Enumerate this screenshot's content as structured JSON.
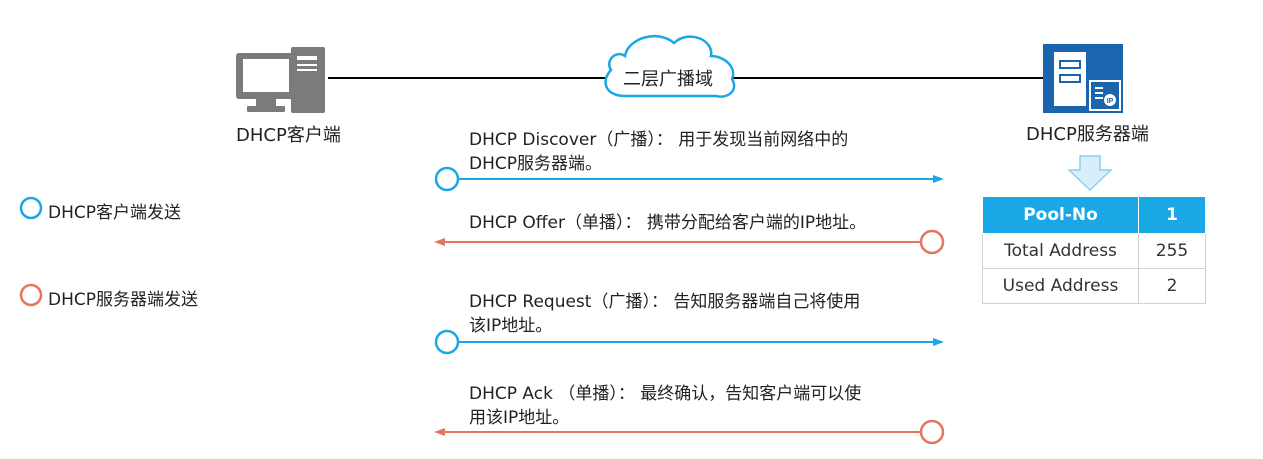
{
  "client": {
    "label": "DHCP客户端",
    "icon": "desktop-computer-icon"
  },
  "server": {
    "label": "DHCP服务器端",
    "icon": "server-icon"
  },
  "domain": {
    "label": "二层广播域",
    "icon": "cloud-icon"
  },
  "legend": [
    {
      "label": "DHCP客户端发送",
      "color": "#1aa7e5"
    },
    {
      "label": "DHCP服务器端发送",
      "color": "#e47560"
    }
  ],
  "messages": [
    {
      "line1": "DHCP Discover（广播）： 用于发现当前网络中的",
      "line2": "DHCP服务器端。",
      "sender": "client"
    },
    {
      "line1": "DHCP Offer（单播）： 携带分配给客户端的IP地址。",
      "line2": "",
      "sender": "server"
    },
    {
      "line1": "DHCP Request（广播）： 告知服务器端自己将使用",
      "line2": "该IP地址。",
      "sender": "client"
    },
    {
      "line1": "DHCP Ack （单播）： 最终确认，告知客户端可以使",
      "line2": "用该IP地址。",
      "sender": "server"
    }
  ],
  "pool_table": {
    "header": [
      "Pool-No",
      "1"
    ],
    "rows": [
      [
        "Total Address",
        "255"
      ],
      [
        "Used Address",
        "2"
      ]
    ]
  },
  "colors": {
    "client": "#1aa7e5",
    "server": "#e47560",
    "server_icon": "#1a65ad",
    "header": "#1aa7e5"
  }
}
